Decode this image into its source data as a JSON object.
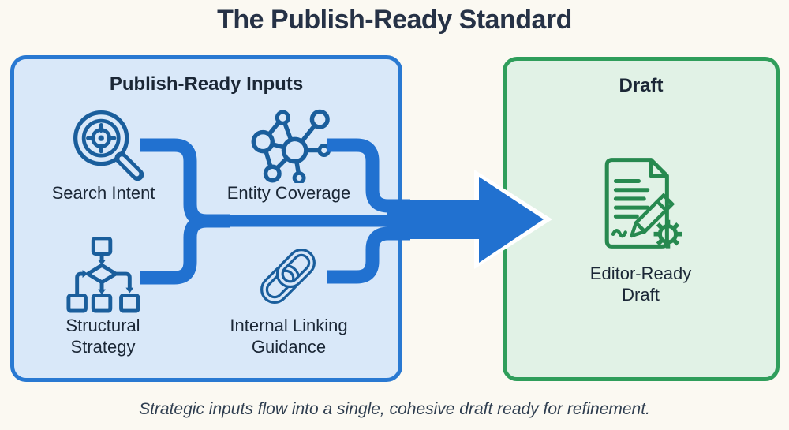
{
  "title": "The Publish-Ready Standard",
  "caption": "Strategic inputs flow into a single, cohesive draft ready for refinement.",
  "inputs_box": {
    "header": "Publish-Ready Inputs",
    "items": [
      {
        "label": "Search Intent",
        "icon": "search-target-icon"
      },
      {
        "label": "Entity Coverage",
        "icon": "network-graph-icon"
      },
      {
        "label": "Structural Strategy",
        "icon": "flowchart-icon"
      },
      {
        "label": "Internal Linking Guidance",
        "icon": "chain-link-icon"
      }
    ]
  },
  "draft_box": {
    "header": "Draft",
    "item": {
      "label": "Editor-Ready Draft",
      "icon": "document-pencil-gear-icon"
    }
  },
  "colors": {
    "background": "#FBF9F2",
    "title_text": "#263246",
    "label_text": "#1B2736",
    "inputs_border": "#2979D2",
    "inputs_fill": "#D9E8F9",
    "draft_border": "#2F9E5B",
    "draft_fill": "#E1F2E6",
    "arrow": "#2171D0",
    "icon_blue": "#1A5E9C",
    "icon_green": "#27894F"
  }
}
